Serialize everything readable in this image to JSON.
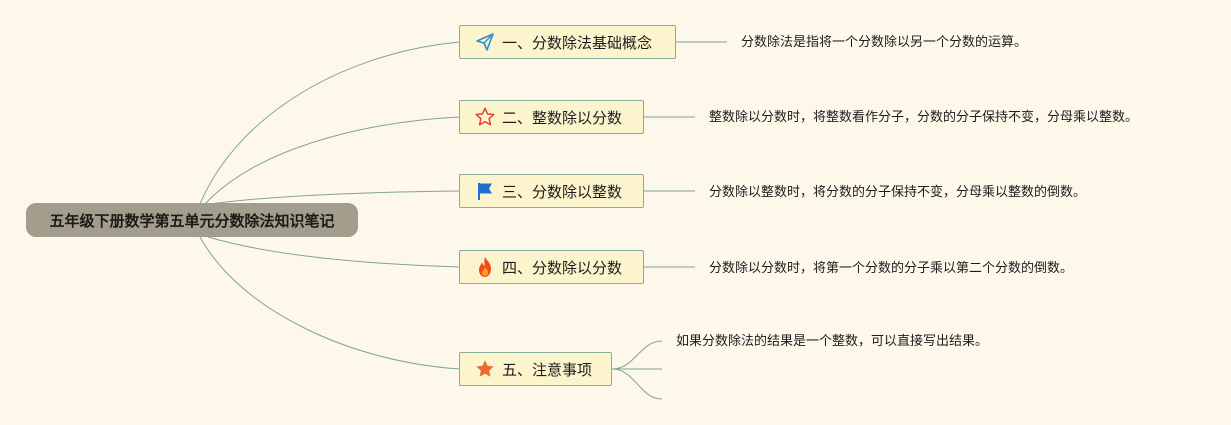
{
  "root": {
    "title": "五年级下册数学第五单元分数除法知识笔记"
  },
  "branches": [
    {
      "label": "一、分数除法基础概念",
      "icon": "paper-plane-icon",
      "icon_color": "#2f8fd6",
      "notes": [
        "分数除法是指将一个分数除以另一个分数的运算。"
      ]
    },
    {
      "label": "二、整数除以分数",
      "icon": "star-outline-icon",
      "icon_color": "#e0442a",
      "notes": [
        "整数除以分数时，将整数看作分子，分数的分子保持不变，分母乘以整数。"
      ]
    },
    {
      "label": "三、分数除以整数",
      "icon": "flag-icon",
      "icon_color": "#1f6fd1",
      "notes": [
        "分数除以整数时，将分数的分子保持不变，分母乘以整数的倒数。"
      ]
    },
    {
      "label": "四、分数除以分数",
      "icon": "fire-icon",
      "icon_color": "#ea4b1f",
      "notes": [
        "分数除以分数时，将第一个分数的分子乘以第二个分数的倒数。"
      ]
    },
    {
      "label": "五、注意事项",
      "icon": "star-filled-icon",
      "icon_color": "#ea6a2f",
      "notes": [
        "如果分数除法的结果是一个整数，可以直接写出结果。",
        "",
        ""
      ]
    }
  ],
  "colors": {
    "background": "#fdf8ea",
    "root_fill": "#a39d8e",
    "branch_fill": "#fcf4cd",
    "branch_border": "#86ae9a",
    "line": "#7fa592"
  }
}
